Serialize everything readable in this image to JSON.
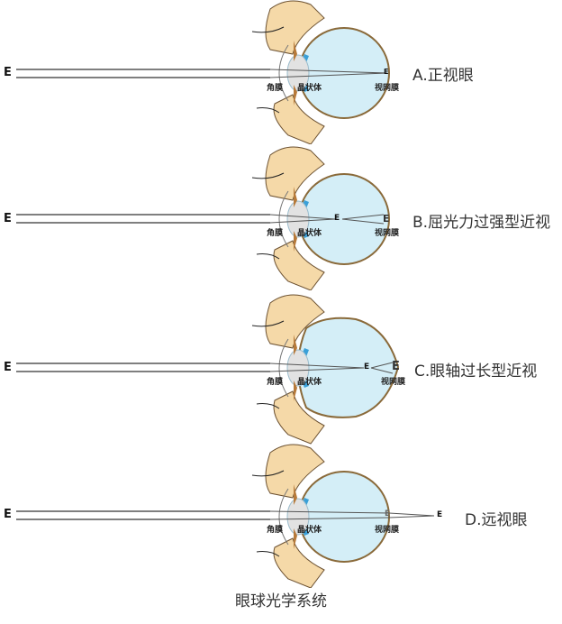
{
  "title": "眼球光学系统",
  "anatomy_labels": {
    "cornea": "角膜",
    "lens": "晶状体",
    "retina": "视网膜"
  },
  "object_symbol": "E",
  "colors": {
    "eyeball_fill": "#d4eef7",
    "eyeball_outline": "#8a6a3a",
    "skin": "#f5d9a8",
    "iris_blue": "#3aa0d8",
    "iris_brown": "#b77a3a",
    "ray_line": "#555555"
  },
  "panels": [
    {
      "id": "A",
      "label": "A.正视眼",
      "description": "emmetropia - image focused on retina"
    },
    {
      "id": "B",
      "label": "B.屈光力过强型近视",
      "description": "refractive myopia - image focused in front of retina"
    },
    {
      "id": "C",
      "label": "C.眼轴过长型近视",
      "description": "axial myopia - elongated eyeball, image in front of retina"
    },
    {
      "id": "D",
      "label": "D.远视眼",
      "description": "hyperopia - image focused behind retina"
    }
  ]
}
